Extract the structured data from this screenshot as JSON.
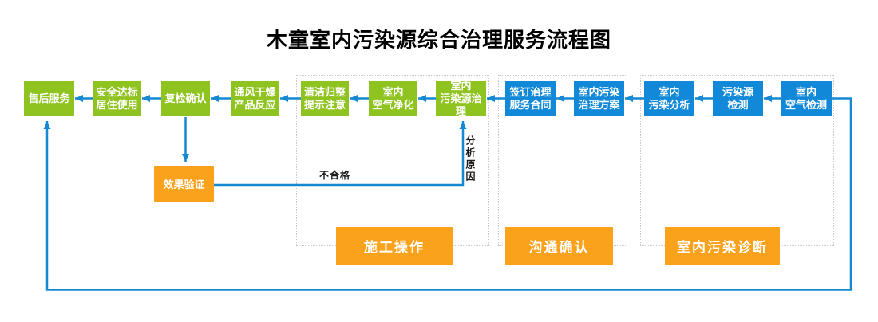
{
  "title": "木童室内污染源综合治理服务流程图",
  "colors": {
    "node_green": "#8fc31f",
    "node_blue": "#1289d8",
    "accent_orange": "#faa21c",
    "connector_blue": "#1588d4",
    "group_border_gray": "#c9c9c9",
    "box_text": "#ffffff",
    "label_text": "#1a1a1a"
  },
  "nodes": [
    {
      "name": "after-sales-service",
      "color": "green",
      "lines": [
        "售后服务"
      ]
    },
    {
      "name": "safety-standard-occupancy",
      "color": "green",
      "lines": [
        "安全达标",
        "居住使用"
      ]
    },
    {
      "name": "recheck-confirmation",
      "color": "green",
      "lines": [
        "复检确认"
      ]
    },
    {
      "name": "ventilation-drying-product-reaction",
      "color": "green",
      "lines": [
        "通风干燥",
        "产品反应"
      ]
    },
    {
      "name": "cleanup-tidy-reminder",
      "color": "green",
      "lines": [
        "清洁归整",
        "提示注意"
      ]
    },
    {
      "name": "indoor-air-purification",
      "color": "green",
      "lines": [
        "室内",
        "空气净化"
      ]
    },
    {
      "name": "indoor-pollution-source-treatment",
      "color": "green",
      "lines": [
        "室内",
        "污染源治理"
      ]
    },
    {
      "name": "sign-treatment-service-contract",
      "color": "blue",
      "lines": [
        "签订治理",
        "服务合同"
      ]
    },
    {
      "name": "indoor-pollution-treatment-plan",
      "color": "blue",
      "lines": [
        "室内污染",
        "治理方案"
      ]
    },
    {
      "name": "indoor-pollution-analysis",
      "color": "blue",
      "lines": [
        "室内",
        "污染分析"
      ]
    },
    {
      "name": "pollution-source-detection",
      "color": "blue",
      "lines": [
        "污染源",
        "检测"
      ]
    },
    {
      "name": "indoor-air-detection",
      "color": "blue",
      "lines": [
        "室内",
        "空气检测"
      ]
    }
  ],
  "special_node": {
    "name": "effect-verification",
    "label": "效果验证"
  },
  "stages": [
    {
      "name": "construction-operation",
      "label": "施工操作"
    },
    {
      "name": "communication-confirmation",
      "label": "沟通确认"
    },
    {
      "name": "indoor-pollution-diagnosis",
      "label": "室内污染诊断"
    }
  ],
  "edge_labels": {
    "fail": "不合格",
    "analyze_reason": "分析原因"
  }
}
